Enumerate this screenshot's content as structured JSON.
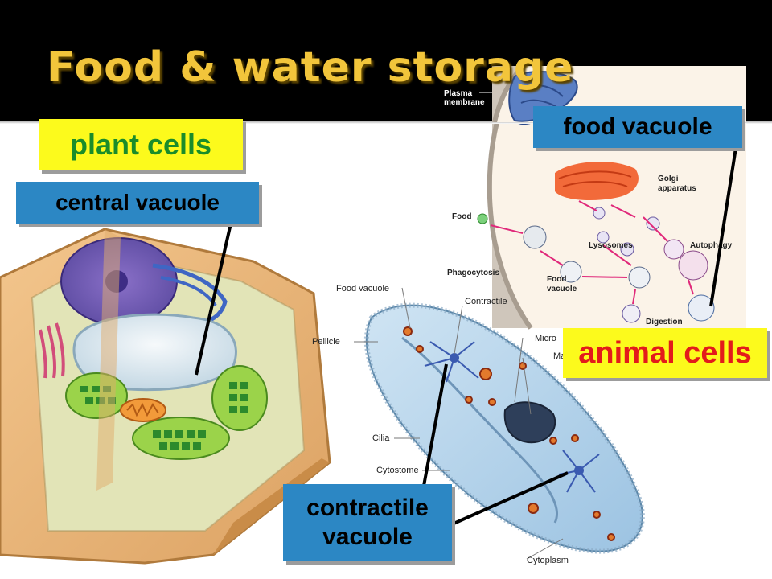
{
  "slide": {
    "title": "Food & water storage"
  },
  "callouts": {
    "plant_cells": "plant cells",
    "central_vacuole": "central vacuole",
    "food_vacuole": "food vacuole",
    "animal_cells": "animal cells",
    "contractile_line1": "contractile",
    "contractile_line2": "vacuole"
  },
  "paramecium_diagram": {
    "labels": {
      "food_vacuole": "Food vacuole",
      "contractile": "Contractile",
      "pellicle": "Pellicle",
      "micro": "Micro",
      "ma": "Ma",
      "cilia": "Cilia",
      "cytostome": "Cytostome",
      "cytoplasm": "Cytoplasm"
    }
  },
  "animal_cell_diagram": {
    "labels": {
      "plasma": "Plasma",
      "membrane": "membrane",
      "golgi": "Golgi",
      "apparatus": "apparatus",
      "food": "Food",
      "lysosomes": "Lysosomes",
      "autophagy": "Autophagy",
      "phagocytosis": "Phagocytosis",
      "food_vacuole_1": "Food",
      "food_vacuole_2": "vacuole",
      "digestion": "Digestion"
    }
  },
  "colors": {
    "title_bar": "#000000",
    "title_text": "#f2c53b",
    "callout_blue": "#2c87c4",
    "callout_yellow": "#fcfa1c",
    "plant_cells_text": "#1a8c2a",
    "animal_cells_text": "#e31b1b"
  }
}
